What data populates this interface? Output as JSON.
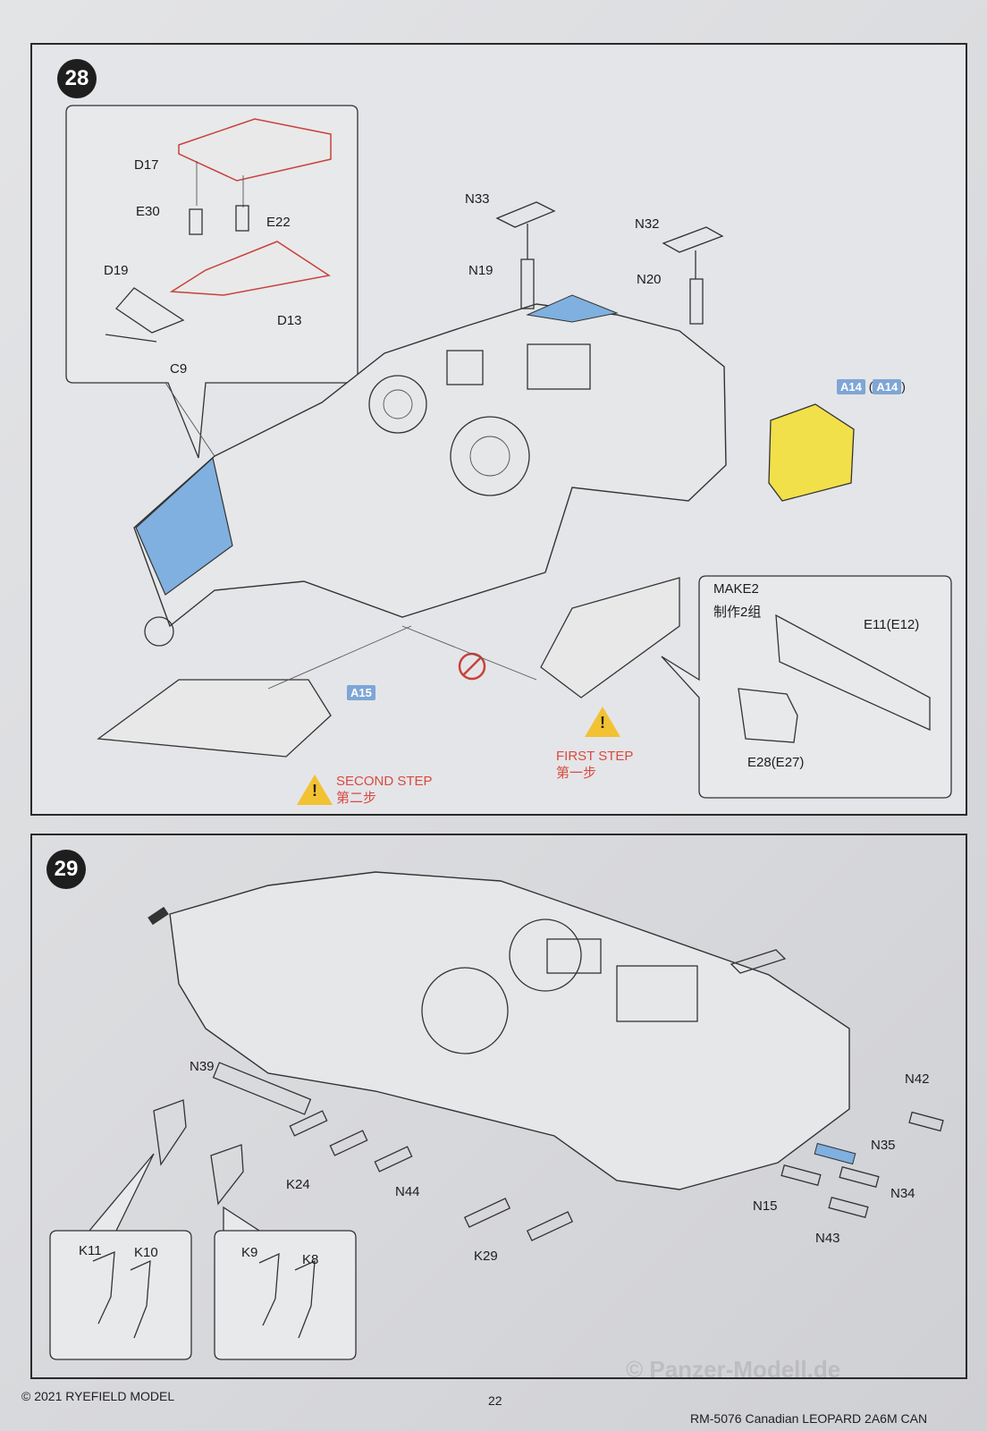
{
  "step28": {
    "number": "28",
    "parts": {
      "d17": "D17",
      "e30": "E30",
      "e22": "E22",
      "d19": "D19",
      "d13": "D13",
      "c9": "C9",
      "n33": "N33",
      "n19": "N19",
      "n32": "N32",
      "n20": "N20",
      "e11": "E11(E12)",
      "e28": "E28(E27)"
    },
    "tags": {
      "a14": "A14",
      "a14_paren": "A14",
      "a15": "A15"
    },
    "make2": {
      "title": "MAKE2",
      "subtitle": "制作2组"
    },
    "first_step": {
      "en": "FIRST STEP",
      "zh": "第一步"
    },
    "second_step": {
      "en": "SECOND STEP",
      "zh": "第二步"
    }
  },
  "step29": {
    "number": "29",
    "parts": {
      "n39": "N39",
      "k24": "K24",
      "n44": "N44",
      "k29": "K29",
      "n42": "N42",
      "n35": "N35",
      "n34": "N34",
      "n15": "N15",
      "n43": "N43",
      "k11": "K11",
      "k10": "K10",
      "k9": "K9",
      "k8": "K8"
    }
  },
  "footer": {
    "copyright": "© 2021 RYEFIELD MODEL",
    "page": "22",
    "kit": "RM-5076 Canadian LEOPARD 2A6M CAN",
    "watermark": "© Panzer-Modell.de"
  },
  "colors": {
    "blue_part": "#7fb0e0",
    "yellow_part": "#f2e04a",
    "red_outline": "#c8413a",
    "warning": "#d94a3f"
  }
}
